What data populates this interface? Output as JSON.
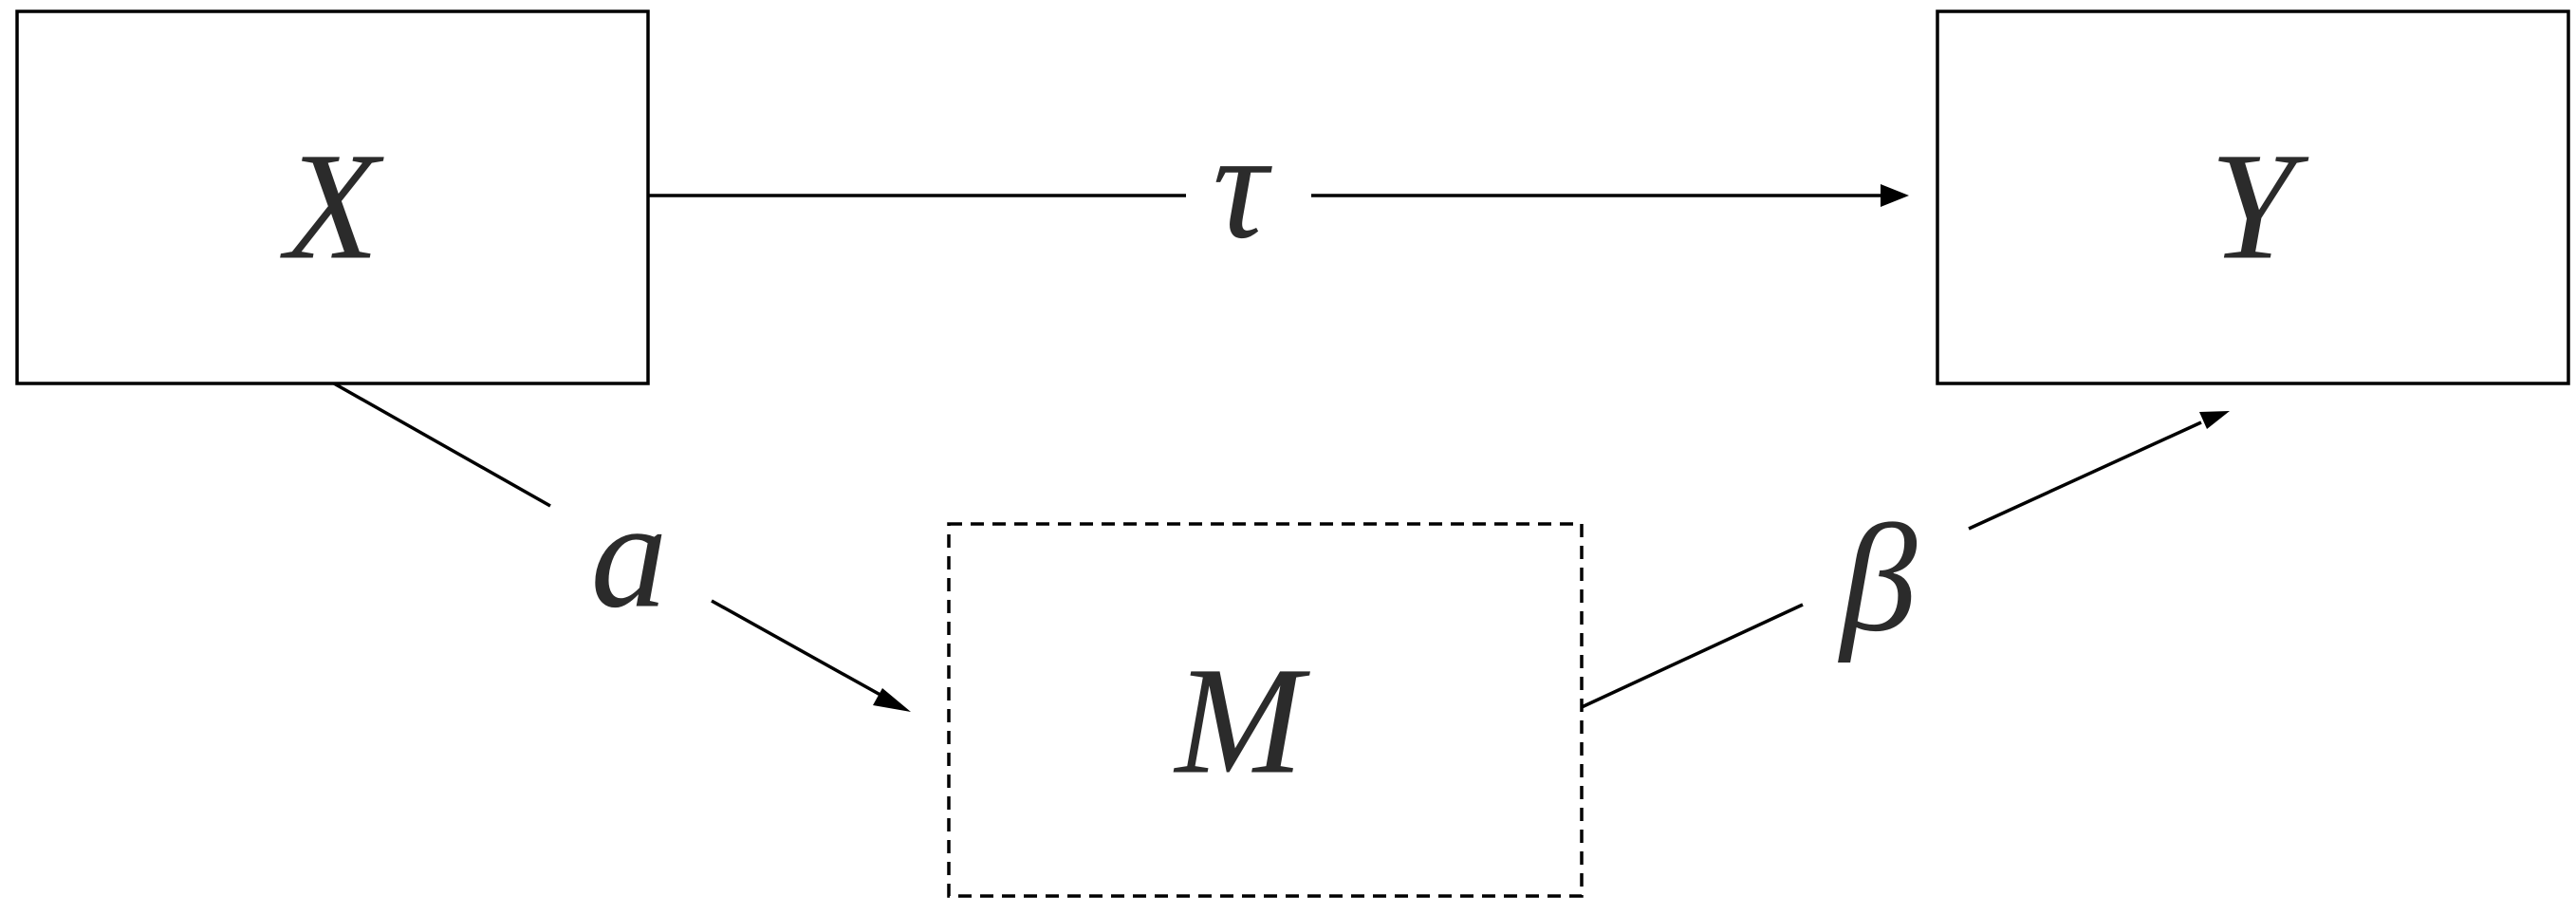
{
  "diagram": {
    "colors": {
      "stroke": "#000000",
      "text": "#2b2b2b",
      "background": "#ffffff"
    },
    "nodes": {
      "x": {
        "label": "X",
        "border": "solid"
      },
      "y": {
        "label": "Y",
        "border": "solid"
      },
      "m": {
        "label": "M",
        "border": "dashed"
      }
    },
    "edges": {
      "x_to_y": {
        "from": "X",
        "to": "Y",
        "label": "τ"
      },
      "x_to_m": {
        "from": "X",
        "to": "M",
        "label": "a"
      },
      "m_to_y": {
        "from": "M",
        "to": "Y",
        "label": "β"
      }
    }
  }
}
